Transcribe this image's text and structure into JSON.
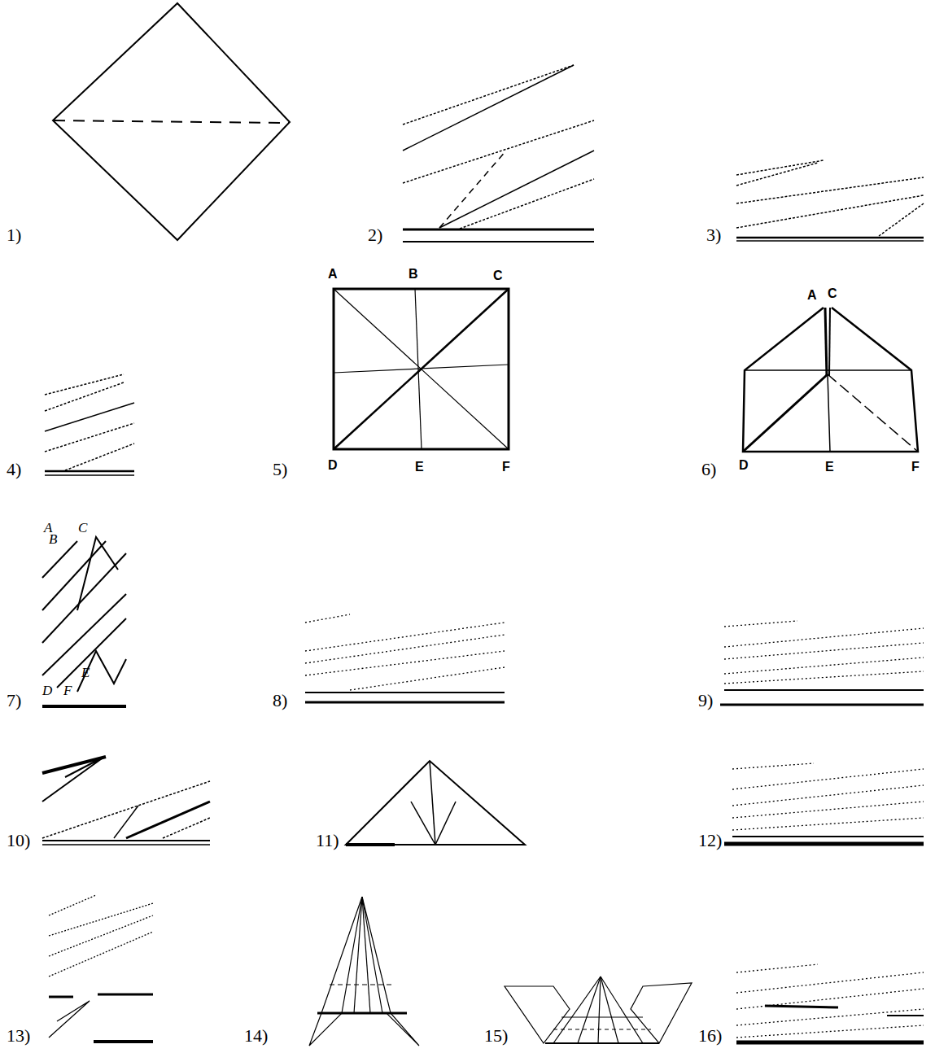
{
  "diagram": {
    "labels": [
      "1)",
      "2)",
      "3)",
      "4)",
      "5)",
      "A",
      "B",
      "C",
      "D",
      "E",
      "F",
      "6)",
      "A",
      "C",
      "D",
      "E",
      "F",
      "7)",
      "A",
      "B",
      "C",
      "E",
      "D",
      "F",
      "8)",
      "9)",
      "10)",
      "11)",
      "12)",
      "13)",
      "14)",
      "15)",
      "16)"
    ]
  }
}
